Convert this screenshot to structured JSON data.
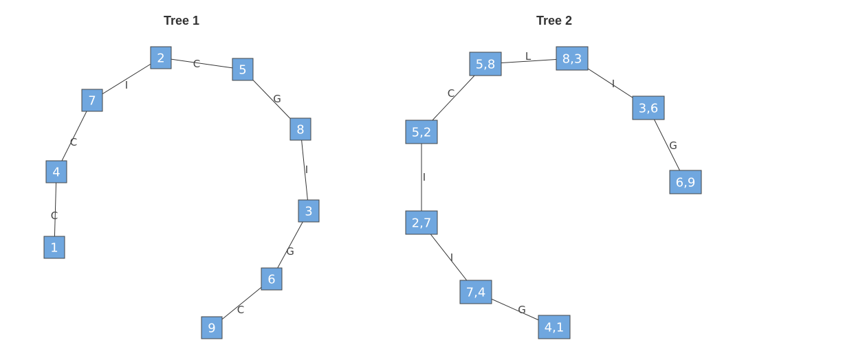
{
  "colors": {
    "node_fill": "#70a7df",
    "node_border": "#444444",
    "edge": "#333333",
    "title": "#333333",
    "label": "#444444"
  },
  "trees": [
    {
      "id": "tree1",
      "title": "Tree 1",
      "nodes": [
        "2",
        "5",
        "7",
        "8",
        "4",
        "3",
        "1",
        "6",
        "9"
      ],
      "edges": [
        {
          "from": "2",
          "to": "5",
          "label": "C"
        },
        {
          "from": "2",
          "to": "7",
          "label": "I"
        },
        {
          "from": "5",
          "to": "8",
          "label": "G"
        },
        {
          "from": "7",
          "to": "4",
          "label": "C"
        },
        {
          "from": "8",
          "to": "3",
          "label": "I"
        },
        {
          "from": "4",
          "to": "1",
          "label": "C"
        },
        {
          "from": "3",
          "to": "6",
          "label": "G"
        },
        {
          "from": "6",
          "to": "9",
          "label": "C"
        }
      ]
    },
    {
      "id": "tree2",
      "title": "Tree 2",
      "nodes": [
        "5,8",
        "8,3",
        "3,6",
        "6,9",
        "5,2",
        "2,7",
        "7,4",
        "4,1"
      ],
      "edges": [
        {
          "from": "5,8",
          "to": "8,3",
          "label": "L"
        },
        {
          "from": "8,3",
          "to": "3,6",
          "label": "I"
        },
        {
          "from": "3,6",
          "to": "6,9",
          "label": "G"
        },
        {
          "from": "5,8",
          "to": "5,2",
          "label": "C"
        },
        {
          "from": "5,2",
          "to": "2,7",
          "label": "I"
        },
        {
          "from": "2,7",
          "to": "7,4",
          "label": "I"
        },
        {
          "from": "7,4",
          "to": "4,1",
          "label": "G"
        }
      ]
    }
  ]
}
